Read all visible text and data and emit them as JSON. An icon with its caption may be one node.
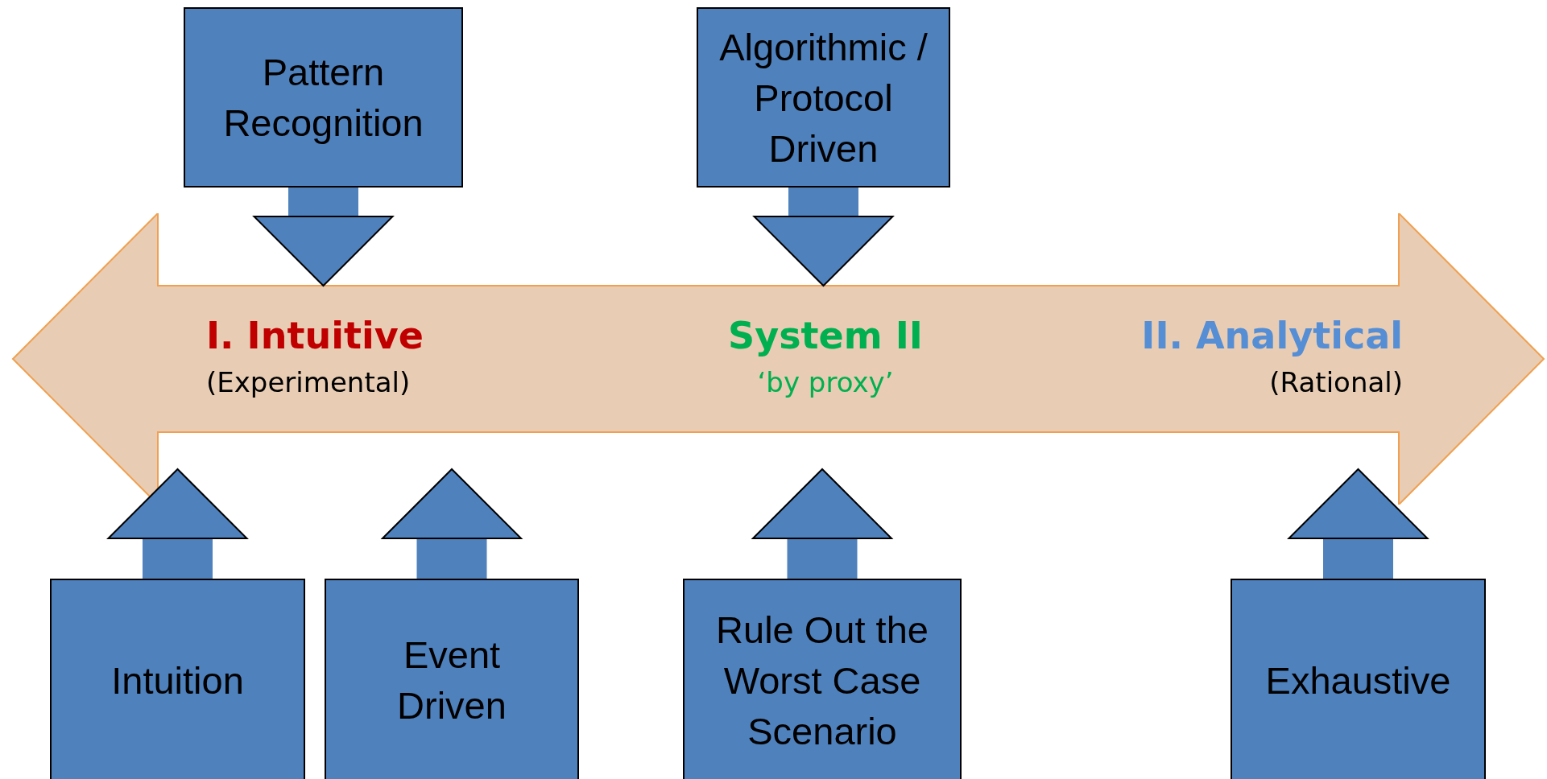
{
  "diagram": {
    "nodes": [
      {
        "text": [
          "Pattern Recognition"
        ]
      },
      {
        "text": [
          "Algorithmic / Protocol Driven"
        ]
      },
      {
        "text": [],
        "shape": "arrow"
      },
      {
        "text": [
          "I. Intuitive",
          "(Experimental)"
        ],
        "in": 2
      },
      {
        "text": [
          "System II",
          "‘by proxy’"
        ],
        "in": 2
      },
      {
        "text": [
          "II. Analytical",
          "(Rational)"
        ],
        "in": 2
      },
      {
        "text": [
          "Intuition"
        ]
      },
      {
        "text": [
          "Event Driven"
        ]
      },
      {
        "text": [
          "Rule Out the Worst Case Scenario"
        ]
      },
      {
        "text": [
          "Exhaustive"
        ]
      }
    ],
    "edges": [
      {
        "from": 0,
        "to": 3,
        "arrow": "to"
      },
      {
        "from": 1,
        "to": 4,
        "arrow": "to"
      },
      {
        "from": 6,
        "to": 3,
        "arrow": "to"
      },
      {
        "from": 7,
        "to": 3,
        "arrow": "to"
      },
      {
        "from": 8,
        "to": 4,
        "arrow": "to"
      },
      {
        "from": 9,
        "to": 5,
        "arrow": "to"
      }
    ]
  }
}
